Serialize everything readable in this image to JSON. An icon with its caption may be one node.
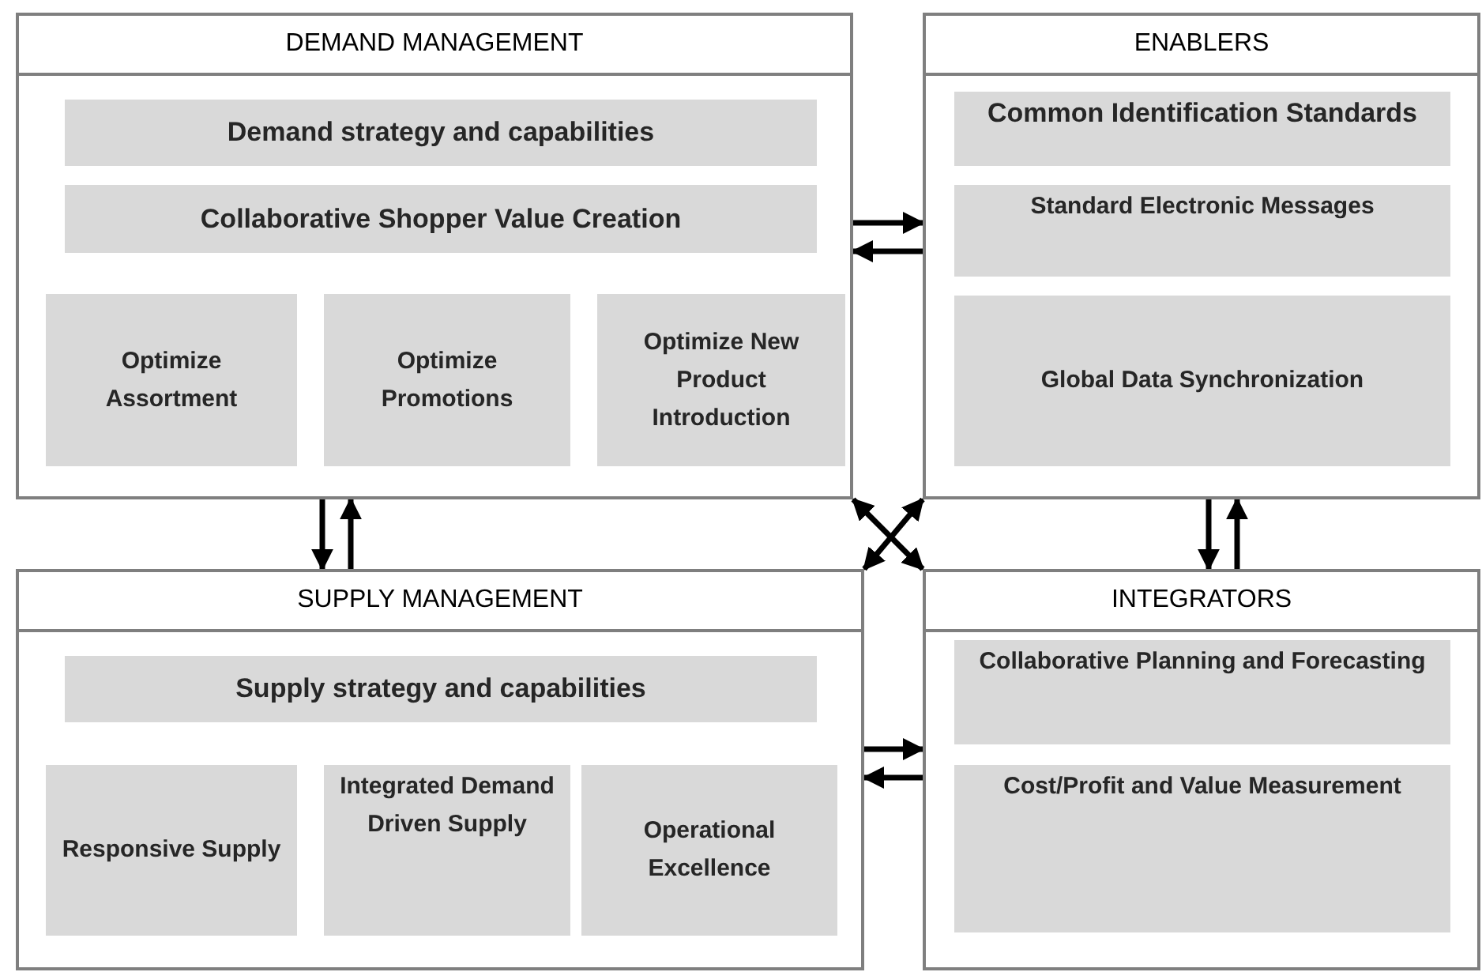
{
  "diagram": {
    "nodes": [
      {
        "text": [
          "DEMAND MANAGEMENT"
        ]
      },
      {
        "text": [
          "Demand strategy and capabilities"
        ],
        "in": 0
      },
      {
        "text": [
          "Collaborative Shopper Value Creation"
        ],
        "in": 0
      },
      {
        "text": [
          "Optimize Assortment"
        ],
        "in": 0
      },
      {
        "text": [
          "Optimize Promotions"
        ],
        "in": 0
      },
      {
        "text": [
          "Optimize New Product Introduction"
        ],
        "in": 0
      },
      {
        "text": [
          "ENABLERS"
        ]
      },
      {
        "text": [
          "Common Identification Standards"
        ],
        "in": 6
      },
      {
        "text": [
          "Standard Electronic Messages"
        ],
        "in": 6
      },
      {
        "text": [
          "Global Data Synchronization"
        ],
        "in": 6
      },
      {
        "text": [
          "SUPPLY MANAGEMENT"
        ]
      },
      {
        "text": [
          "Supply strategy and capabilities"
        ],
        "in": 10
      },
      {
        "text": [
          "Responsive Supply"
        ],
        "in": 10
      },
      {
        "text": [
          "Integrated Demand Driven Supply"
        ],
        "in": 10
      },
      {
        "text": [
          "Operational Excellence"
        ],
        "in": 10
      },
      {
        "text": [
          "INTEGRATORS"
        ]
      },
      {
        "text": [
          "Collaborative Planning and Forecasting"
        ],
        "in": 15
      },
      {
        "text": [
          "Cost/Profit and Value Measurement"
        ],
        "in": 15
      }
    ],
    "edges": [
      {
        "from": 0,
        "to": 6,
        "arrow": "to"
      },
      {
        "from": 6,
        "to": 0,
        "arrow": "to"
      },
      {
        "from": 0,
        "to": 10,
        "arrow": "to"
      },
      {
        "from": 10,
        "to": 0,
        "arrow": "to"
      },
      {
        "from": 6,
        "to": 15,
        "arrow": "to"
      },
      {
        "from": 15,
        "to": 6,
        "arrow": "to"
      },
      {
        "from": 0,
        "to": 15,
        "arrow": "both"
      },
      {
        "from": 6,
        "to": 10,
        "arrow": "both"
      },
      {
        "from": 10,
        "to": 15,
        "arrow": "to"
      },
      {
        "from": 15,
        "to": 10,
        "arrow": "to"
      }
    ]
  }
}
